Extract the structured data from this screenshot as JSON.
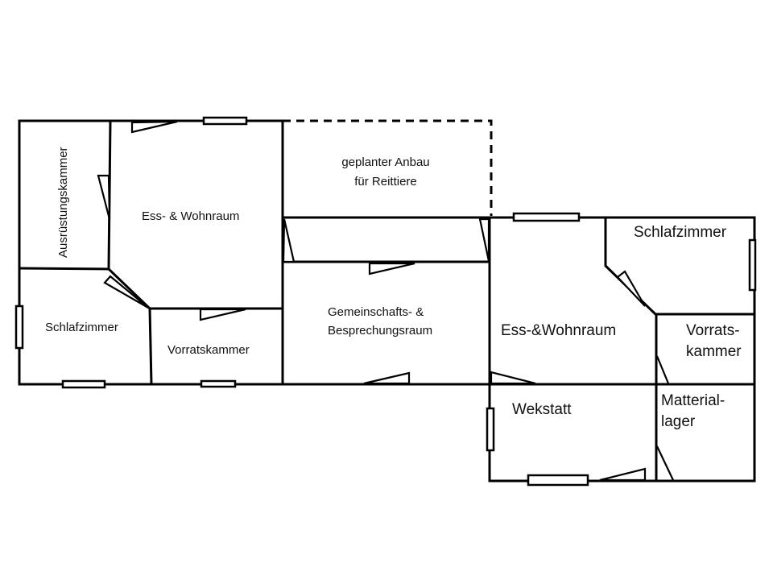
{
  "title": "Grundriss",
  "rooms": {
    "ausruestungskammer": "Ausrüstungskammer",
    "ess_wohnraum_left": "Ess- & Wohnraum",
    "schlafzimmer_left": "Schlafzimmer",
    "vorratskammer_left": "Vorratskammer",
    "anbau_line1": "geplanter Anbau",
    "anbau_line2": "für Reittiere",
    "gemeinschaft_line1": "Gemeinschafts- &",
    "gemeinschaft_line2": "Besprechungsraum",
    "ess_wohnraum_right": "Ess-&Wohnraum",
    "schlafzimmer_right": "Schlafzimmer",
    "vorrats_line1": "Vorrats-",
    "vorrats_line2": "kammer",
    "wekstatt": "Wekstatt",
    "material_line1": "Matterial-",
    "material_line2": "lager"
  }
}
